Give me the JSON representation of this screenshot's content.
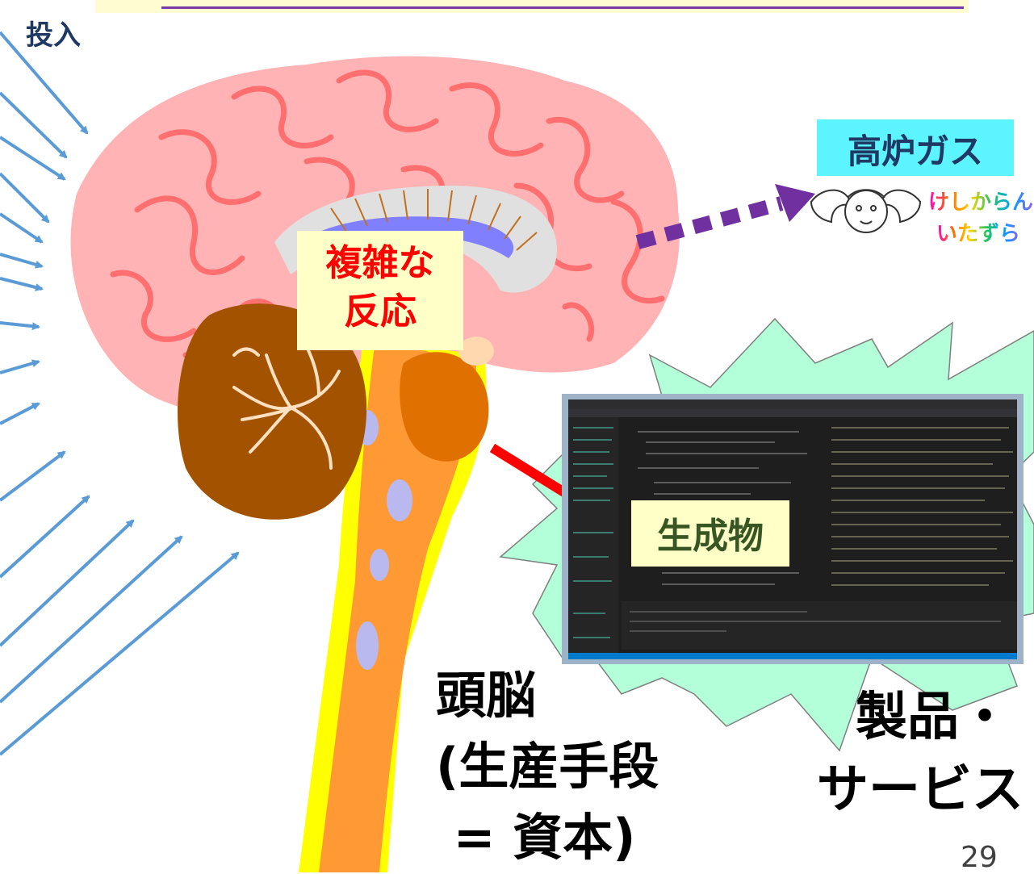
{
  "labels": {
    "input": "投入",
    "reaction": "複雑な\n反応",
    "blast_furnace_gas": "高炉ガス",
    "mischief_line1": "けしからん",
    "mischief_line2": "いたずら",
    "output": "生成物",
    "brain": "頭脳\n(生産手段\n = 資本)",
    "product": "製品・\nサービス"
  },
  "page_number": "29",
  "colors": {
    "input_arrows": "#5b9bd5",
    "brain_cortex": "#ffb3b5",
    "brain_folds": "#ff6f6f",
    "cerebellum": "#a35200",
    "brainstem": "#ff9933",
    "spinal_sheath": "#ffff00",
    "ventricle": "#8080ff",
    "gas_arrow": "#7030a0",
    "output_arrow": "#ff0000",
    "starburst": "#b3ffd9",
    "reaction_text": "#ff0000",
    "output_text": "#375623"
  },
  "icons": {
    "cherub": "winged-cherub-icon",
    "screenshot": "ide-screenshot"
  }
}
